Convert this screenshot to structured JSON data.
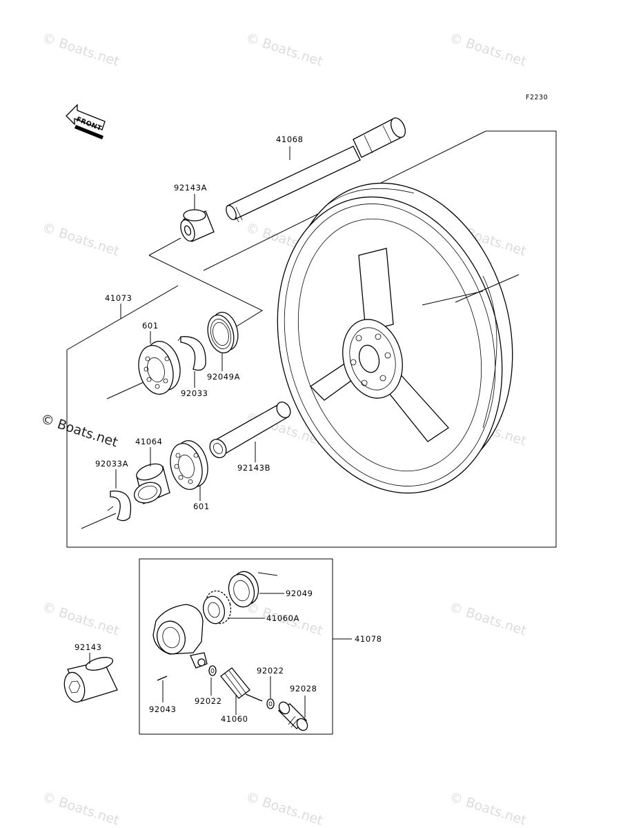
{
  "figure_code": "F2230",
  "front_arrow_label": "FRONT",
  "watermark_text": "© Boats.net",
  "colors": {
    "line": "#000000",
    "watermark": "#dcdcdc",
    "background": "#ffffff"
  },
  "parts": {
    "axle": "41068",
    "collar_a": "92143A",
    "wheel_assy": "41073",
    "bearing_top": "601",
    "seal_a": "92049A",
    "circlip": "92033",
    "spacer": "41064",
    "circlip_a": "92033A",
    "bearing_bottom": "601",
    "collar_b": "92143B",
    "seal": "92049",
    "gear_a": "41060A",
    "gearbox_assy": "41078",
    "collar": "92143",
    "washer_top": "92022",
    "pin": "92043",
    "washer_bottom": "92022",
    "gear_shaft": "41060",
    "bushing": "92028"
  }
}
